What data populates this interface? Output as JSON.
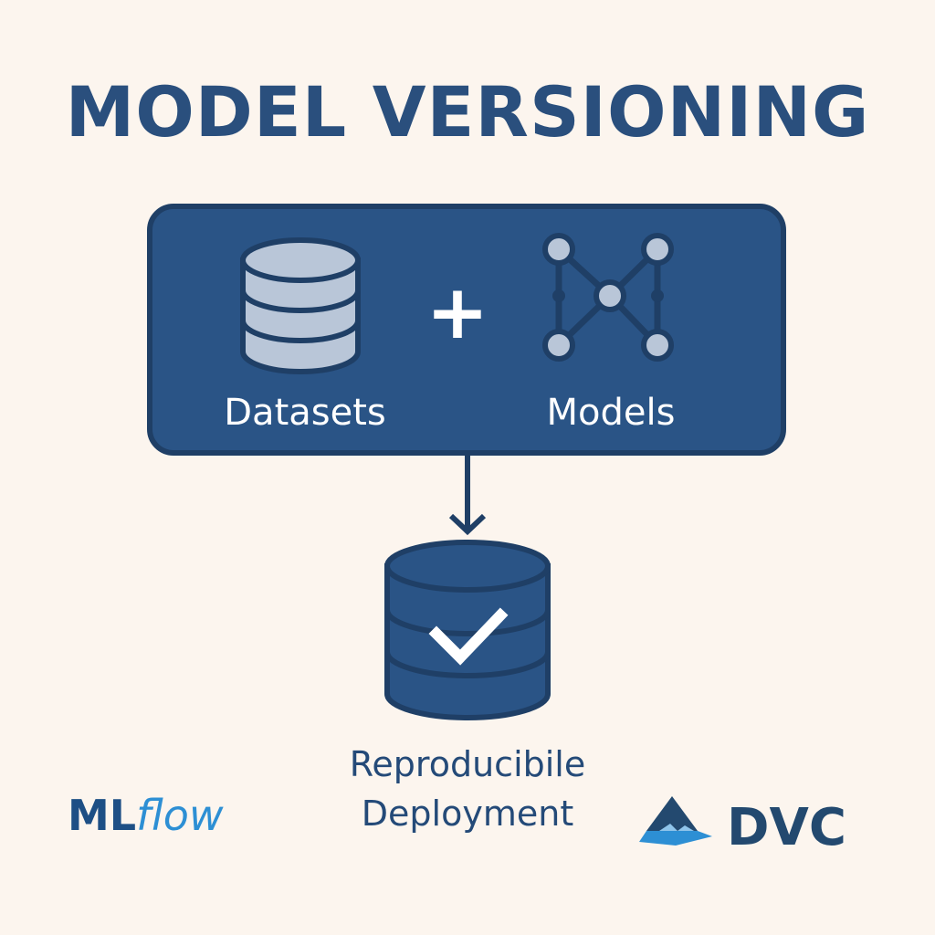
{
  "title": "MODEL VERSIONING",
  "inputs_box": {
    "datasets_label": "Datasets",
    "plus_symbol": "+",
    "models_label": "Models"
  },
  "result": {
    "label_line1": "Reproducibile",
    "label_line2": "Deployment"
  },
  "logos": {
    "mlflow_ml": "ML",
    "mlflow_flow": "flow",
    "dvc": "DVC"
  },
  "icons": {
    "datasets": "database-icon",
    "models": "neural-network-icon",
    "result": "database-check-icon"
  },
  "colors": {
    "background": "#fcf5ee",
    "primary": "#2a5486",
    "dark": "#1f3f66",
    "light_fill": "#b9c6d8",
    "accent": "#2d8fd4"
  }
}
